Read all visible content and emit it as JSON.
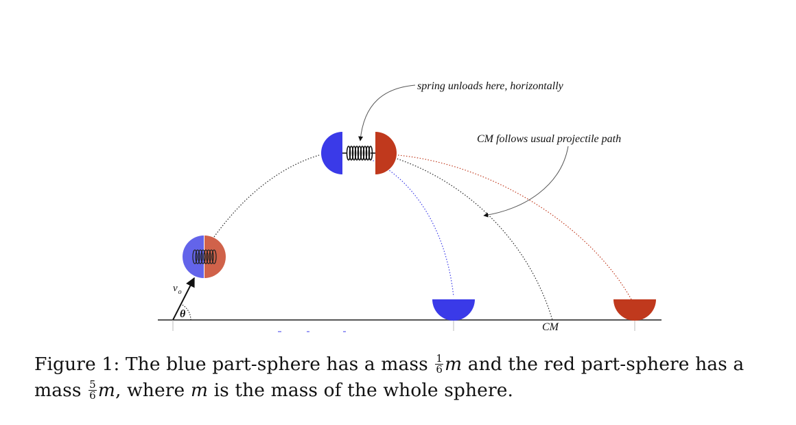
{
  "figure": {
    "annotations": {
      "spring": "spring unloads here, horizontally",
      "cm_path": "CM follows usual projectile path",
      "cm_landing": "CM",
      "v0_letter": "v",
      "v0_sub": "o",
      "theta": "θ"
    },
    "colors": {
      "blue": "#3a3ae8",
      "red": "#c0391d",
      "blue_light": "#6364ea",
      "red_light": "#d0624a",
      "ground": "#555555"
    }
  },
  "caption": {
    "prefix": "Figure 1:  The blue part-sphere has a mass ",
    "blue_num": "1",
    "blue_den": "6",
    "var_m": "m",
    "middle": " and the red part-sphere has a mass ",
    "red_num": "5",
    "red_den": "6",
    "after_red": ", where ",
    "suffix": " is the mass of the whole sphere."
  }
}
